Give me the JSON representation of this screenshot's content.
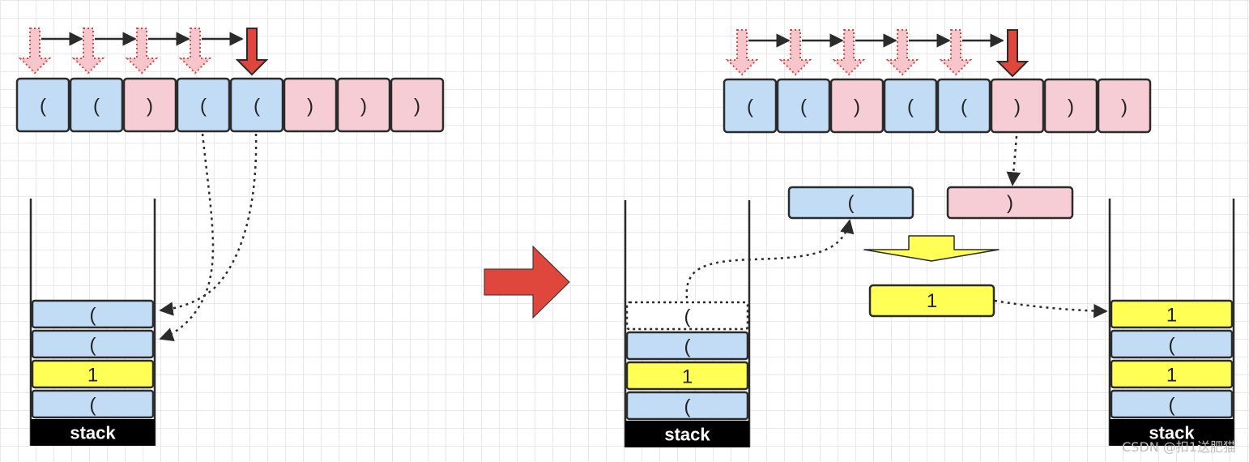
{
  "colors": {
    "open_fill": "#c3dcf6",
    "close_fill": "#f6cdd5",
    "number_fill": "#ffff55",
    "stroke": "#2b2b2b",
    "pointer_red": "#e0473c",
    "pointer_light": "#f7c6cc",
    "label_fill": "#000000"
  },
  "left": {
    "sequence": [
      "(",
      "(",
      ")",
      "(",
      "(",
      ")",
      ")",
      ")"
    ],
    "pointer_index": 4,
    "stack": {
      "label": "stack",
      "items": [
        {
          "value": "(",
          "kind": "open"
        },
        {
          "value": "(",
          "kind": "open"
        },
        {
          "value": "1",
          "kind": "number"
        },
        {
          "value": "(",
          "kind": "open"
        }
      ]
    }
  },
  "right": {
    "sequence": [
      "(",
      "(",
      ")",
      "(",
      "(",
      ")",
      ")",
      ")"
    ],
    "pointer_index": 5,
    "stack": {
      "label": "stack",
      "items": [
        {
          "value": "(",
          "kind": "popped"
        },
        {
          "value": "(",
          "kind": "open"
        },
        {
          "value": "1",
          "kind": "number"
        },
        {
          "value": "(",
          "kind": "open"
        }
      ]
    },
    "pair": {
      "open": "(",
      "close": ")"
    },
    "result": "1",
    "result_stack": {
      "label": "stack",
      "items": [
        {
          "value": "1",
          "kind": "number"
        },
        {
          "value": "(",
          "kind": "open"
        },
        {
          "value": "1",
          "kind": "number"
        },
        {
          "value": "(",
          "kind": "open"
        }
      ]
    }
  },
  "watermark": "CSDN @扣1送肥猫"
}
